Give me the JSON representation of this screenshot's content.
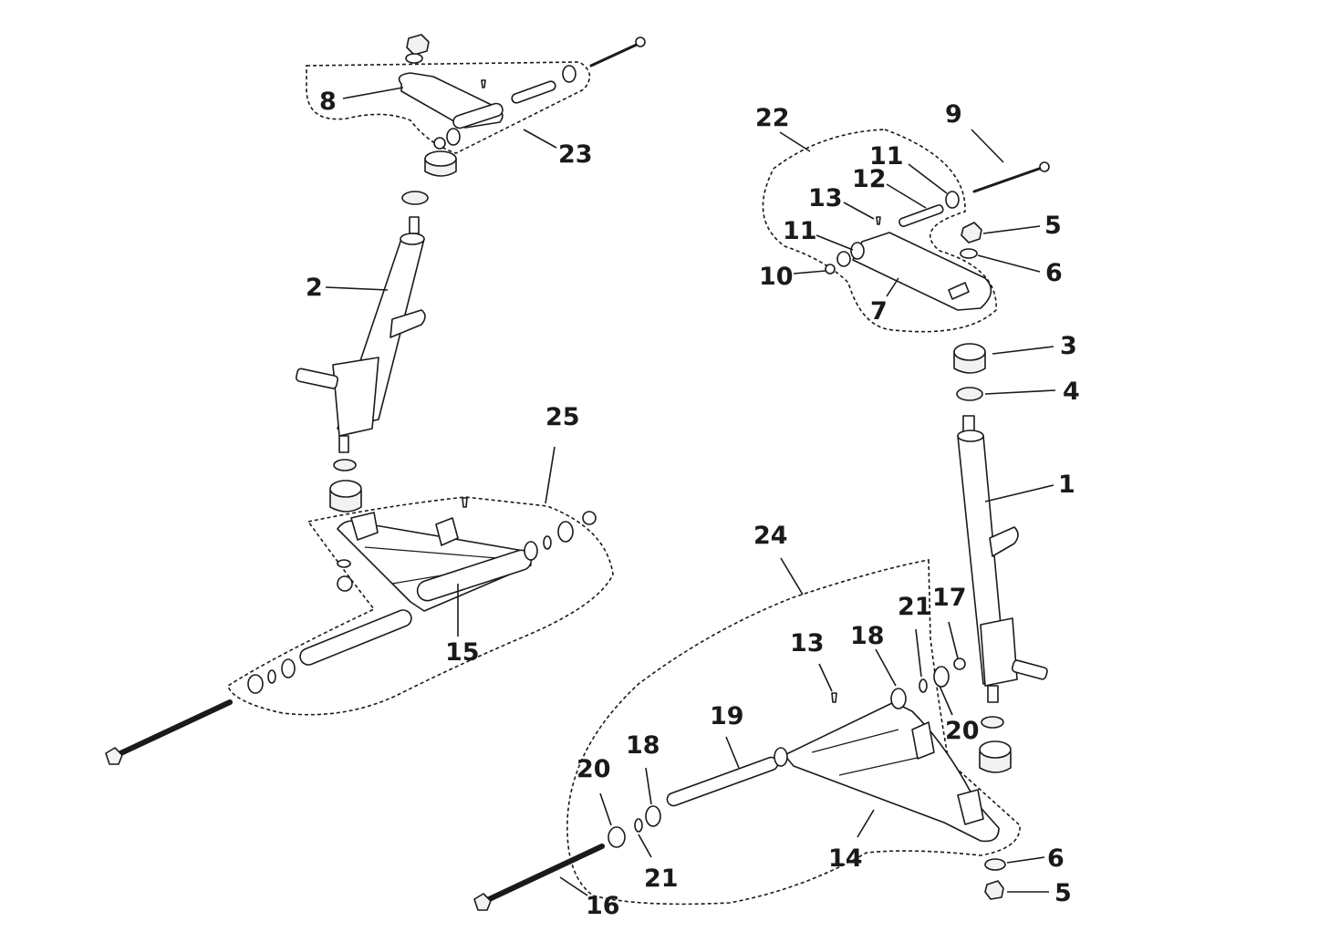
{
  "diagram": {
    "callouts": [
      "1",
      "2",
      "3",
      "4",
      "5",
      "5",
      "6",
      "6",
      "7",
      "8",
      "9",
      "10",
      "11",
      "11",
      "12",
      "13",
      "13",
      "14",
      "15",
      "16",
      "17",
      "18",
      "18",
      "19",
      "20",
      "20",
      "21",
      "21",
      "22",
      "23",
      "24",
      "25"
    ]
  }
}
